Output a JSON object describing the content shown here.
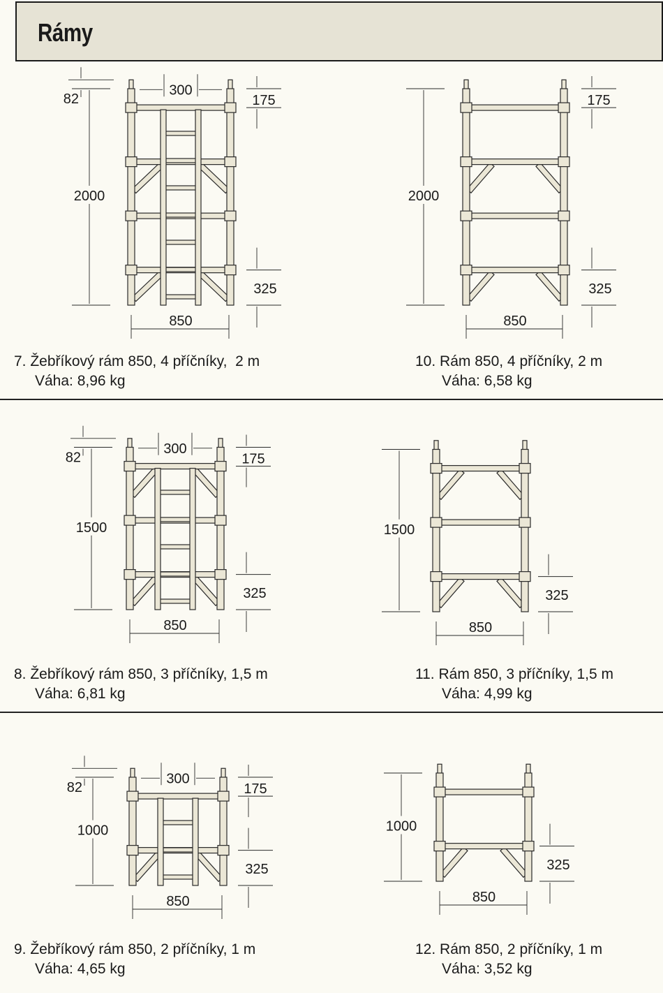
{
  "header": {
    "title": "Rámy"
  },
  "frames": [
    {
      "number": "7.",
      "name": "Žebříkový rám 850, 4 příčníky,  2 m",
      "weight": "Váha: 8,96 kg",
      "dims": {
        "height": "2000",
        "top_stub": "82",
        "top_offset": "175",
        "bottom_offset": "325",
        "width": "850",
        "ladder_width": "300"
      }
    },
    {
      "number": "10.",
      "name": "Rám 850, 4 příčníky, 2 m",
      "weight": "Váha: 6,58 kg",
      "dims": {
        "height": "2000",
        "top_offset": "175",
        "bottom_offset": "325",
        "width": "850"
      }
    },
    {
      "number": "8.",
      "name": "Žebříkový rám 850, 3 příčníky, 1,5 m",
      "weight": "Váha: 6,81 kg",
      "dims": {
        "height": "1500",
        "top_stub": "82",
        "top_offset": "175",
        "bottom_offset": "325",
        "width": "850",
        "ladder_width": "300"
      }
    },
    {
      "number": "11.",
      "name": "Rám 850, 3 příčníky, 1,5 m",
      "weight": "Váha: 4,99 kg",
      "dims": {
        "height": "1500",
        "bottom_offset": "325",
        "width": "850"
      }
    },
    {
      "number": "9.",
      "name": "Žebříkový rám 850, 2 příčníky, 1 m",
      "weight": "Váha: 4,65 kg",
      "dims": {
        "height": "1000",
        "top_stub": "82",
        "top_offset": "175",
        "bottom_offset": "325",
        "width": "850",
        "ladder_width": "300"
      }
    },
    {
      "number": "12.",
      "name": "Rám 850, 2 příčníky, 1 m",
      "weight": "Váha: 3,52 kg",
      "dims": {
        "height": "1000",
        "bottom_offset": "325",
        "width": "850"
      }
    }
  ],
  "colors": {
    "tube": "#ebe7d6",
    "line": "#2a2a2a",
    "header": "#e6e3d5"
  }
}
